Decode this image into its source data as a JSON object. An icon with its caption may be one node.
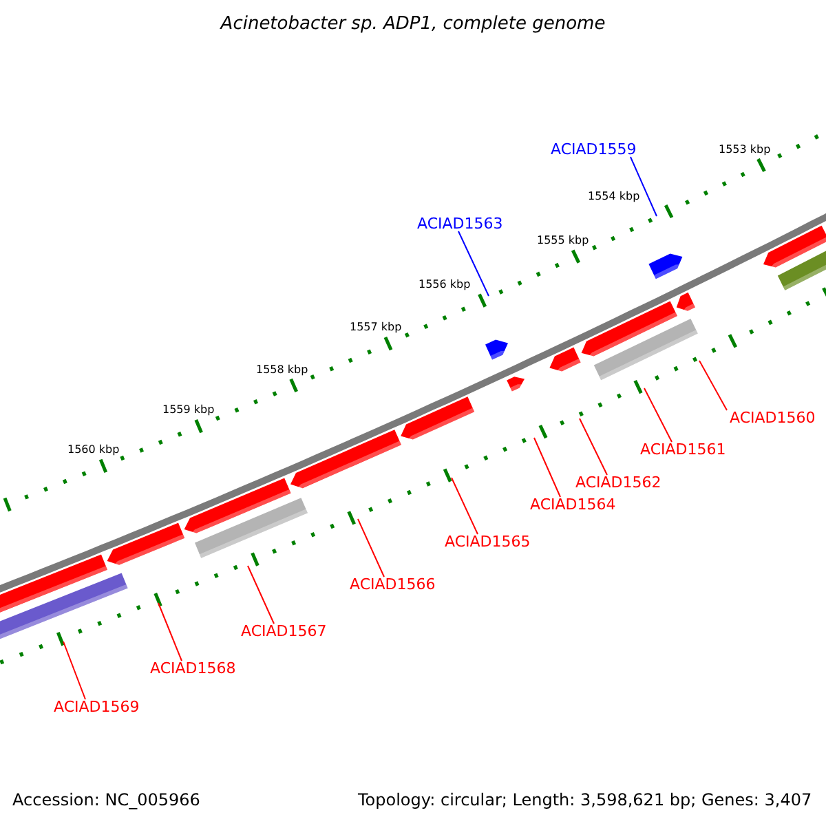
{
  "diagram": {
    "title": "Acinetobacter sp. ADP1, complete genome",
    "nodes": [
      {
        "text": [
          "ACIAD1559"
        ]
      },
      {
        "text": [
          "ACIAD1563"
        ]
      },
      {
        "text": [
          "ACIAD1560"
        ]
      },
      {
        "text": [
          "ACIAD1561"
        ]
      },
      {
        "text": [
          "ACIAD1562"
        ]
      },
      {
        "text": [
          "ACIAD1564"
        ]
      },
      {
        "text": [
          "ACIAD1565"
        ]
      },
      {
        "text": [
          "ACIAD1566"
        ]
      },
      {
        "text": [
          "ACIAD1567"
        ]
      },
      {
        "text": [
          "ACIAD1568"
        ]
      },
      {
        "text": [
          "ACIAD1569"
        ]
      }
    ],
    "edges": [
      {
        "from": 0,
        "to": null,
        "arrow": "none",
        "color": "#0000ff"
      },
      {
        "from": 1,
        "to": null,
        "arrow": "none",
        "color": "#0000ff"
      },
      {
        "from": 2,
        "to": null,
        "arrow": "none"
      },
      {
        "from": 3,
        "to": null,
        "arrow": "none"
      },
      {
        "from": 4,
        "to": null,
        "arrow": "none"
      },
      {
        "from": 5,
        "to": null,
        "arrow": "none"
      },
      {
        "from": 6,
        "to": null,
        "arrow": "none"
      },
      {
        "from": 7,
        "to": null,
        "arrow": "none"
      },
      {
        "from": 8,
        "to": null,
        "arrow": "none"
      },
      {
        "from": 9,
        "to": null,
        "arrow": "none"
      },
      {
        "from": 10,
        "to": null,
        "arrow": "none"
      }
    ],
    "labels": [
      "1553 kbp",
      "1554 kbp",
      "1555 kbp",
      "1556 kbp",
      "1557 kbp",
      "1558 kbp",
      "1559 kbp",
      "1560 kbp",
      "Accession: NC_005966",
      "Topology: circular; Length: 3,598,621 bp; Genes: 3,407"
    ]
  }
}
